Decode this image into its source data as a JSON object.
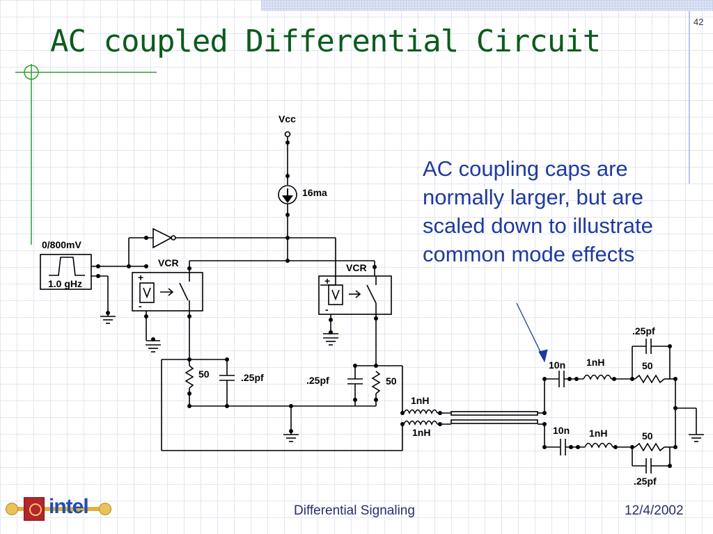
{
  "slide": {
    "page_number": "42",
    "title": "AC coupled Differential Circuit",
    "callout_text": "AC coupling caps are normally larger, but are scaled down to illustrate common mode effects",
    "footer_center": "Differential Signaling",
    "footer_date": "12/4/2002",
    "logo_text": "intel"
  },
  "circuit": {
    "supply_label": "Vcc",
    "current_source_label": "16ma",
    "source_amplitude": "0/800mV",
    "source_frequency": "1.0 gHz",
    "switch_left_label": "VCR",
    "switch_right_label": "VCR",
    "plus_sign": "+",
    "minus_sign": "-",
    "resistor_left": "50",
    "resistor_right": "50",
    "cap_left": ".25pf",
    "cap_right": ".25pf",
    "inductor_top": "1nH",
    "inductor_bottom": "1nH",
    "rx_cap_top": "10n",
    "rx_cap_bottom": "10n",
    "rx_inductor_top": "1nH",
    "rx_inductor_bottom": "1nH",
    "rx_resistor_top": "50",
    "rx_resistor_bottom": "50",
    "rx_shunt_cap_top": ".25pf",
    "rx_shunt_cap_bottom": ".25pf"
  },
  "colors": {
    "title": "#0b5c1d",
    "callout": "#1f3a9e",
    "decoration": "#2e9e2e",
    "wire": "#000000"
  }
}
